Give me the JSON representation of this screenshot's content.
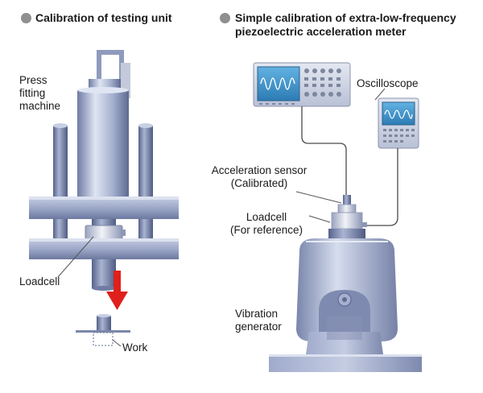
{
  "left_panel": {
    "title": "Calibration of testing unit",
    "machine_label": [
      "Press",
      "fitting",
      "machine"
    ],
    "loadcell_label": "Loadcell",
    "work_label": "Work"
  },
  "right_panel": {
    "title_line1": "Simple calibration of extra-low-frequency",
    "title_line2": "piezoelectric acceleration meter",
    "oscilloscope_label": "Oscilloscope",
    "sensor_label_line1": "Acceleration sensor",
    "sensor_label_line2": "(Calibrated)",
    "loadcell_label_line1": "Loadcell",
    "loadcell_label_line2": "(For reference)",
    "generator_label_line1": "Vibration",
    "generator_label_line2": "generator"
  },
  "colors": {
    "metal_light": "#c9d1e6",
    "metal_mid": "#95a1c4",
    "metal_dark": "#5f6b93",
    "screen": "#3f93c9",
    "arrow": "#e0201c",
    "bullet": "#8f8f8f",
    "table": "#8e95b4"
  }
}
